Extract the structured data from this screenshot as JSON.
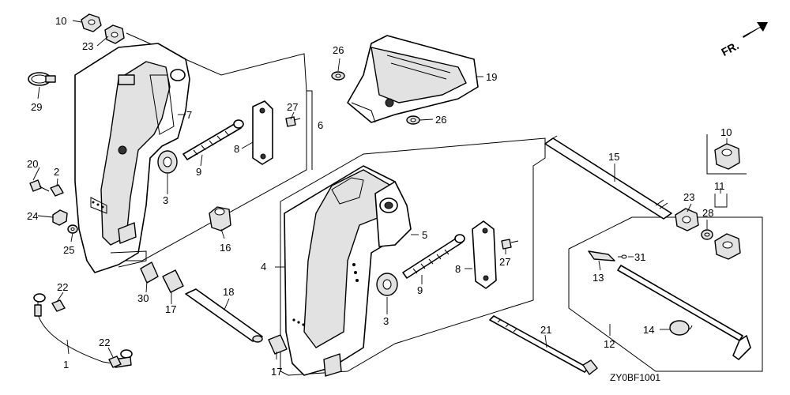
{
  "diagram": {
    "code": "ZY0BF1001",
    "direction_label": "FR.",
    "callouts": {
      "c1": "1",
      "c2": "2",
      "c3a": "3",
      "c3b": "3",
      "c4": "4",
      "c5": "5",
      "c6": "6",
      "c7": "7",
      "c8a": "8",
      "c8b": "8",
      "c9a": "9",
      "c9b": "9",
      "c10a": "10",
      "c10b": "10",
      "c11": "11",
      "c12": "12",
      "c13": "13",
      "c14": "14",
      "c15": "15",
      "c16": "16",
      "c17a": "17",
      "c17b": "17",
      "c18": "18",
      "c19": "19",
      "c20": "20",
      "c21": "21",
      "c22a": "22",
      "c22b": "22",
      "c23a": "23",
      "c23b": "23",
      "c24": "24",
      "c25": "25",
      "c26a": "26",
      "c26b": "26",
      "c27a": "27",
      "c27b": "27",
      "c28": "28",
      "c29": "29",
      "c30": "30",
      "c31": "31"
    }
  }
}
